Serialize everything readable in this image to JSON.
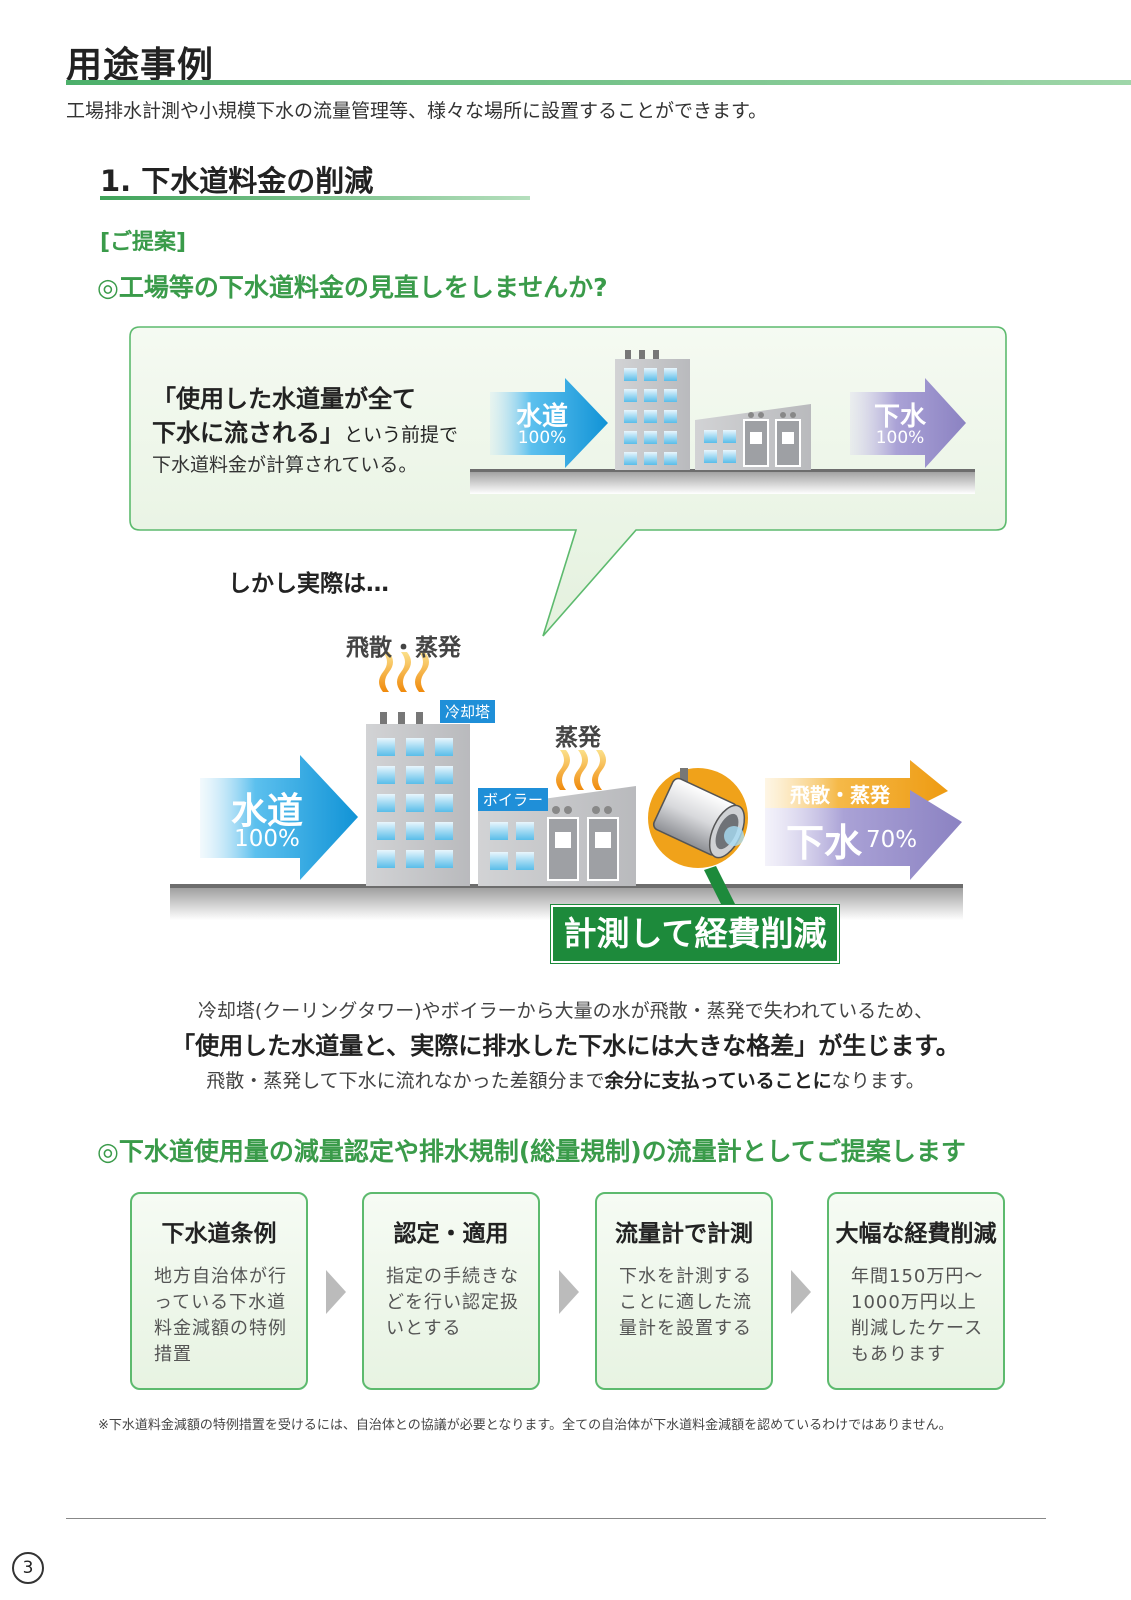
{
  "header": {
    "title": "用途事例",
    "intro": "工場排水計測や小規模下水の流量管理等、様々な場所に設置することができます。"
  },
  "section": {
    "title": "1. 下水道料金の削減",
    "proposal_label": "[ご提案]",
    "question1": "◎工場等の下水道料金の見直しをしませんか?"
  },
  "bubble": {
    "line1": "「使用した水道量が全て",
    "line2_bold": "下水に流される」",
    "line2_rest": "という前提で",
    "line3": "下水道料金が計算されている。",
    "arrow_in_label": "水道",
    "arrow_in_value": "100%",
    "arrow_out_label": "下水",
    "arrow_out_value": "100%"
  },
  "however": "しかし実際は…",
  "diagram": {
    "tower_caption": "飛散・蒸発",
    "tower_label": "冷却塔",
    "boiler_caption": "蒸発",
    "boiler_label": "ボイラー",
    "arrow_in_label": "水道",
    "arrow_in_value": "100%",
    "arrow_loss_label": "飛散・蒸発",
    "arrow_out_label": "下水",
    "arrow_out_value": "70%",
    "measure_label": "計測して経費削減"
  },
  "explanation": {
    "line1": "冷却塔(クーリングタワー)やボイラーから大量の水が飛散・蒸発で失われているため、",
    "line2": "「使用した水道量と、実際に排水した下水には大きな格差」が生じます。",
    "line3_pre": "飛散・蒸発して下水に流れなかった差額分まで",
    "line3_bold": "余分に支払っていることに",
    "line3_post": "なります。"
  },
  "question2": "◎下水道使用量の減量認定や排水規制(総量規制)の流量計としてご提案します",
  "steps": [
    {
      "title": "下水道条例",
      "desc": "地方自治体が行っている下水道料金減額の特例措置"
    },
    {
      "title": "認定・適用",
      "desc": "指定の手続きなどを行い認定扱いとする"
    },
    {
      "title": "流量計で計測",
      "desc": "下水を計測することに適した流量計を設置する"
    },
    {
      "title": "大幅な経費削減",
      "desc": "年間150万円〜1000万円以上削減したケースもあります"
    }
  ],
  "note": "※下水道料金減額の特例措置を受けるには、自治体との協議が必要となります。全ての自治体が下水道料金減額を認めているわけではありません。",
  "page_number": "3",
  "colors": {
    "accent_green": "#3a9b4a",
    "water_blue": "#1fa3e0",
    "sewage_purple": "#8f86c4",
    "loss_orange": "#f1a11f",
    "badge_green": "#1d8a3b"
  }
}
